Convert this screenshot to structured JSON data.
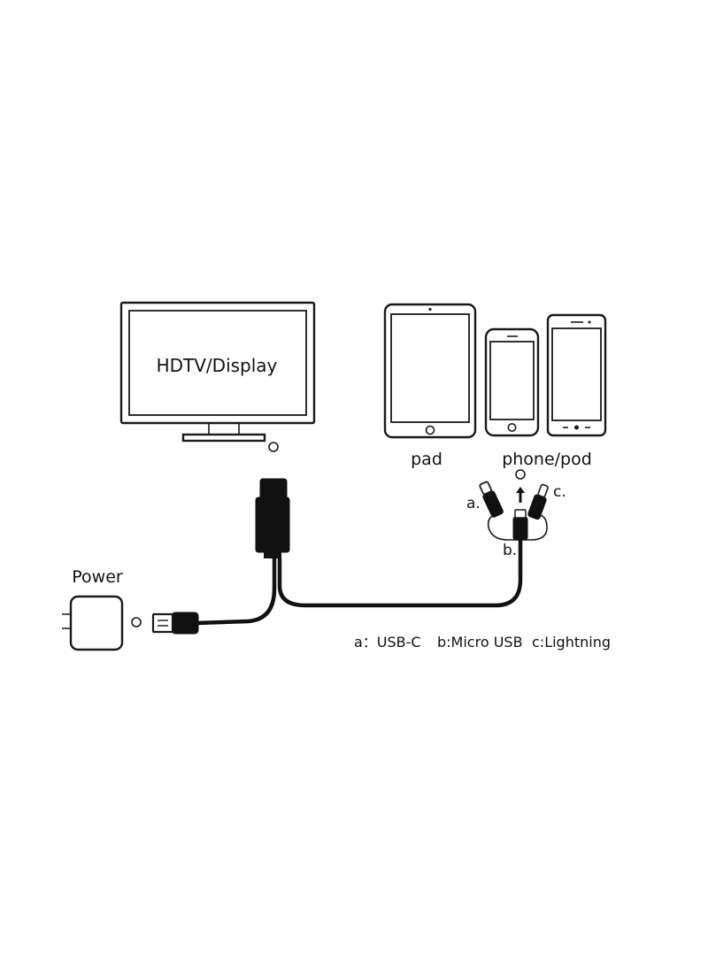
{
  "labels": {
    "hdtv": "HDTV/Display",
    "pad": "pad",
    "phone_pod": "phone/pod",
    "power": "Power",
    "connector_a": "a.",
    "connector_b": "b.",
    "connector_c": "c.",
    "legend_a": "a：USB-C",
    "legend_b": "b:Micro USB",
    "legend_c": "c:Lightning"
  },
  "colors": {
    "background": "#ffffff",
    "line": "#1a1a1a",
    "cable": "#111111"
  }
}
